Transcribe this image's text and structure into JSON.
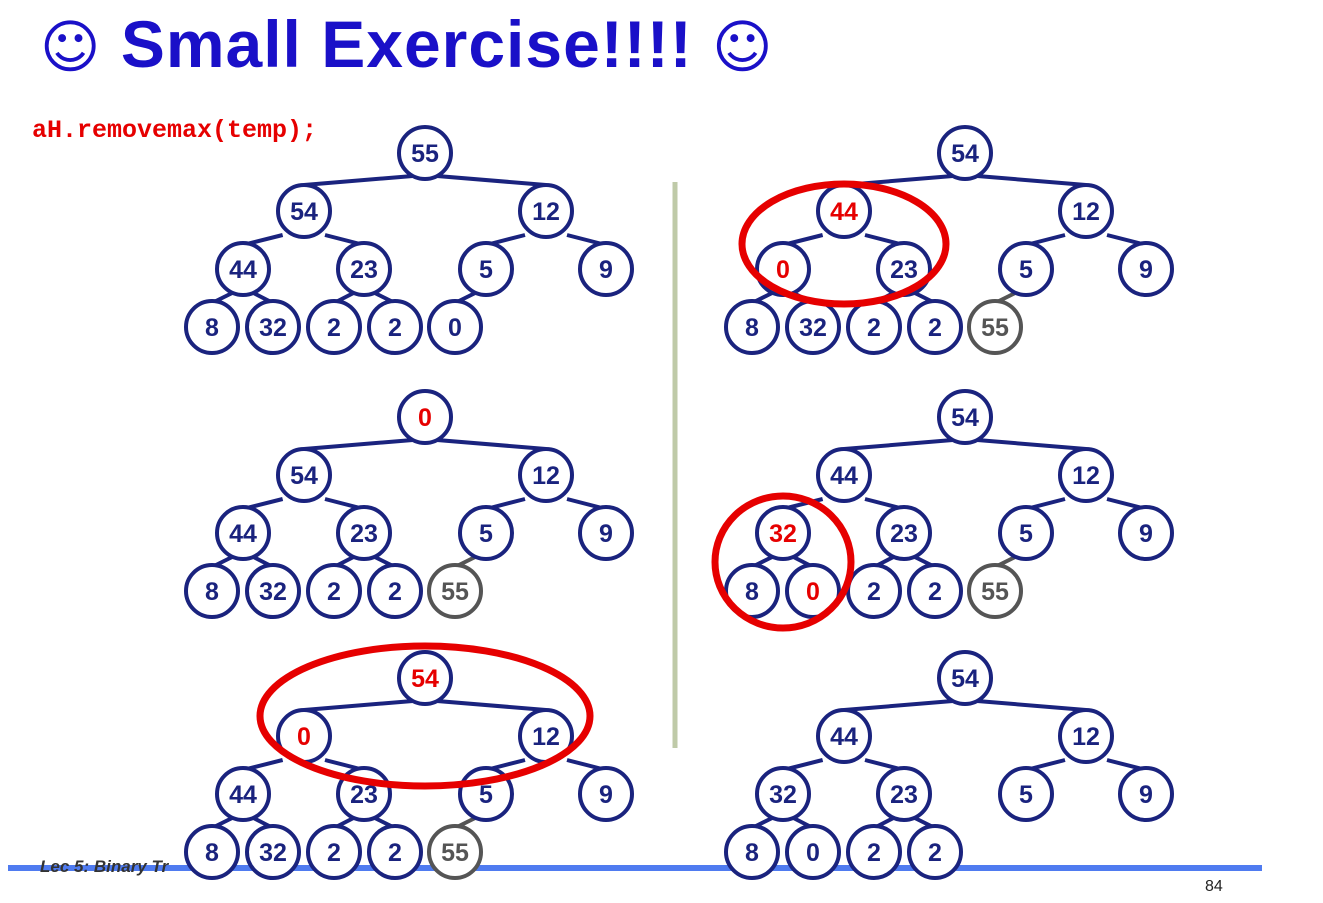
{
  "title": {
    "smiley_left": "☺",
    "text": "Small Exercise!!!!",
    "smiley_right": "☺"
  },
  "code_line": "aH.removemax(temp);",
  "footer": {
    "lecture": "Lec 5: Binary Tr",
    "page_number": "84"
  },
  "colors": {
    "title": "#1a10c8",
    "node": "#1a237e",
    "highlight": "#e60000",
    "removed": "#555555",
    "divider": "#bfcaa8",
    "footer_line": "#4f7bf0"
  },
  "trees": [
    {
      "name": "heap-original",
      "levels": [
        [
          "55"
        ],
        [
          "54",
          "12"
        ],
        [
          "44",
          "23",
          "5",
          "9"
        ],
        [
          "8",
          "32",
          "2",
          "2",
          "0"
        ]
      ],
      "red_nodes": [],
      "grey_nodes": [],
      "circled": false
    },
    {
      "name": "heap-root-replaced",
      "levels": [
        [
          "0"
        ],
        [
          "54",
          "12"
        ],
        [
          "44",
          "23",
          "5",
          "9"
        ],
        [
          "8",
          "32",
          "2",
          "2",
          "55"
        ]
      ],
      "red_nodes": [
        [
          0,
          0
        ]
      ],
      "grey_nodes": [
        [
          3,
          4
        ]
      ],
      "circled": false
    },
    {
      "name": "heap-swap-root",
      "levels": [
        [
          "54"
        ],
        [
          "0",
          "12"
        ],
        [
          "44",
          "23",
          "5",
          "9"
        ],
        [
          "8",
          "32",
          "2",
          "2",
          "55"
        ]
      ],
      "red_nodes": [
        [
          0,
          0
        ],
        [
          1,
          0
        ]
      ],
      "grey_nodes": [
        [
          3,
          4
        ]
      ],
      "circled": true
    },
    {
      "name": "heap-swap-level1",
      "levels": [
        [
          "54"
        ],
        [
          "44",
          "12"
        ],
        [
          "0",
          "23",
          "5",
          "9"
        ],
        [
          "8",
          "32",
          "2",
          "2",
          "55"
        ]
      ],
      "red_nodes": [
        [
          1,
          0
        ],
        [
          2,
          0
        ]
      ],
      "grey_nodes": [
        [
          3,
          4
        ]
      ],
      "circled": true
    },
    {
      "name": "heap-swap-level2",
      "levels": [
        [
          "54"
        ],
        [
          "44",
          "12"
        ],
        [
          "32",
          "23",
          "5",
          "9"
        ],
        [
          "8",
          "0",
          "2",
          "2",
          "55"
        ]
      ],
      "red_nodes": [
        [
          2,
          0
        ],
        [
          3,
          1
        ]
      ],
      "grey_nodes": [
        [
          3,
          4
        ]
      ],
      "circled": true
    },
    {
      "name": "heap-final",
      "levels": [
        [
          "54"
        ],
        [
          "44",
          "12"
        ],
        [
          "32",
          "23",
          "5",
          "9"
        ],
        [
          "8",
          "0",
          "2",
          "2"
        ]
      ],
      "red_nodes": [],
      "grey_nodes": [],
      "circled": false
    }
  ]
}
